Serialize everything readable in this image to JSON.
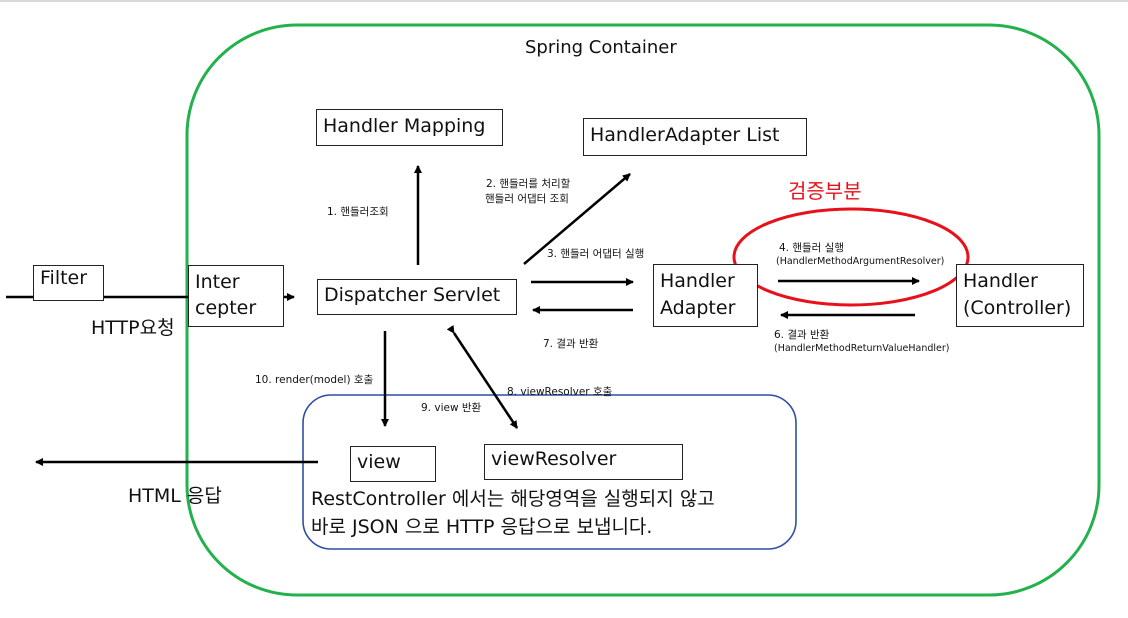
{
  "diagram": {
    "container_title": "Spring Container",
    "highlight_label": "검증부분",
    "colors": {
      "container_border": "#22b14c",
      "view_area_border": "#2f4f9f",
      "highlight": "#e8101a",
      "arrow": "#000000"
    },
    "boxes": {
      "filter": "Filter",
      "interceptor_line1": "Inter",
      "interceptor_line2": "cepter",
      "handler_mapping": "Handler Mapping",
      "handler_adapter_list": "HandlerAdapter List",
      "dispatcher_servlet": "Dispatcher Servlet",
      "handler_adapter_line1": "Handler",
      "handler_adapter_line2": "Adapter",
      "handler_line1": "Handler",
      "handler_line2": "(Controller)",
      "view": "view",
      "view_resolver": "viewResolver"
    },
    "edges": {
      "http_request": "HTTP요청",
      "html_response": "HTML 응답",
      "step1": "1. 핸들러조회",
      "step2_line1": "2. 핸들러를 처리할",
      "step2_line2": "핸들러 어댑터 조회",
      "step3": "3. 핸들러 어댑터 실행",
      "step4_line1": "4. 핸들러 실행",
      "step4_line2": "(HandlerMethodArgumentResolver)",
      "step6_line1": "6. 결과 반환",
      "step6_line2": "(HandlerMethodReturnValueHandler)",
      "step7": "7. 결과 반환",
      "step8": "8. viewResolver 호출",
      "step9": "9. view 반환",
      "step10": "10. render(model) 호출"
    },
    "note_line1": "RestController 에서는 해당영역을 실행되지 않고",
    "note_line2": "바로 JSON 으로 HTTP 응답으로 보냅니다."
  }
}
